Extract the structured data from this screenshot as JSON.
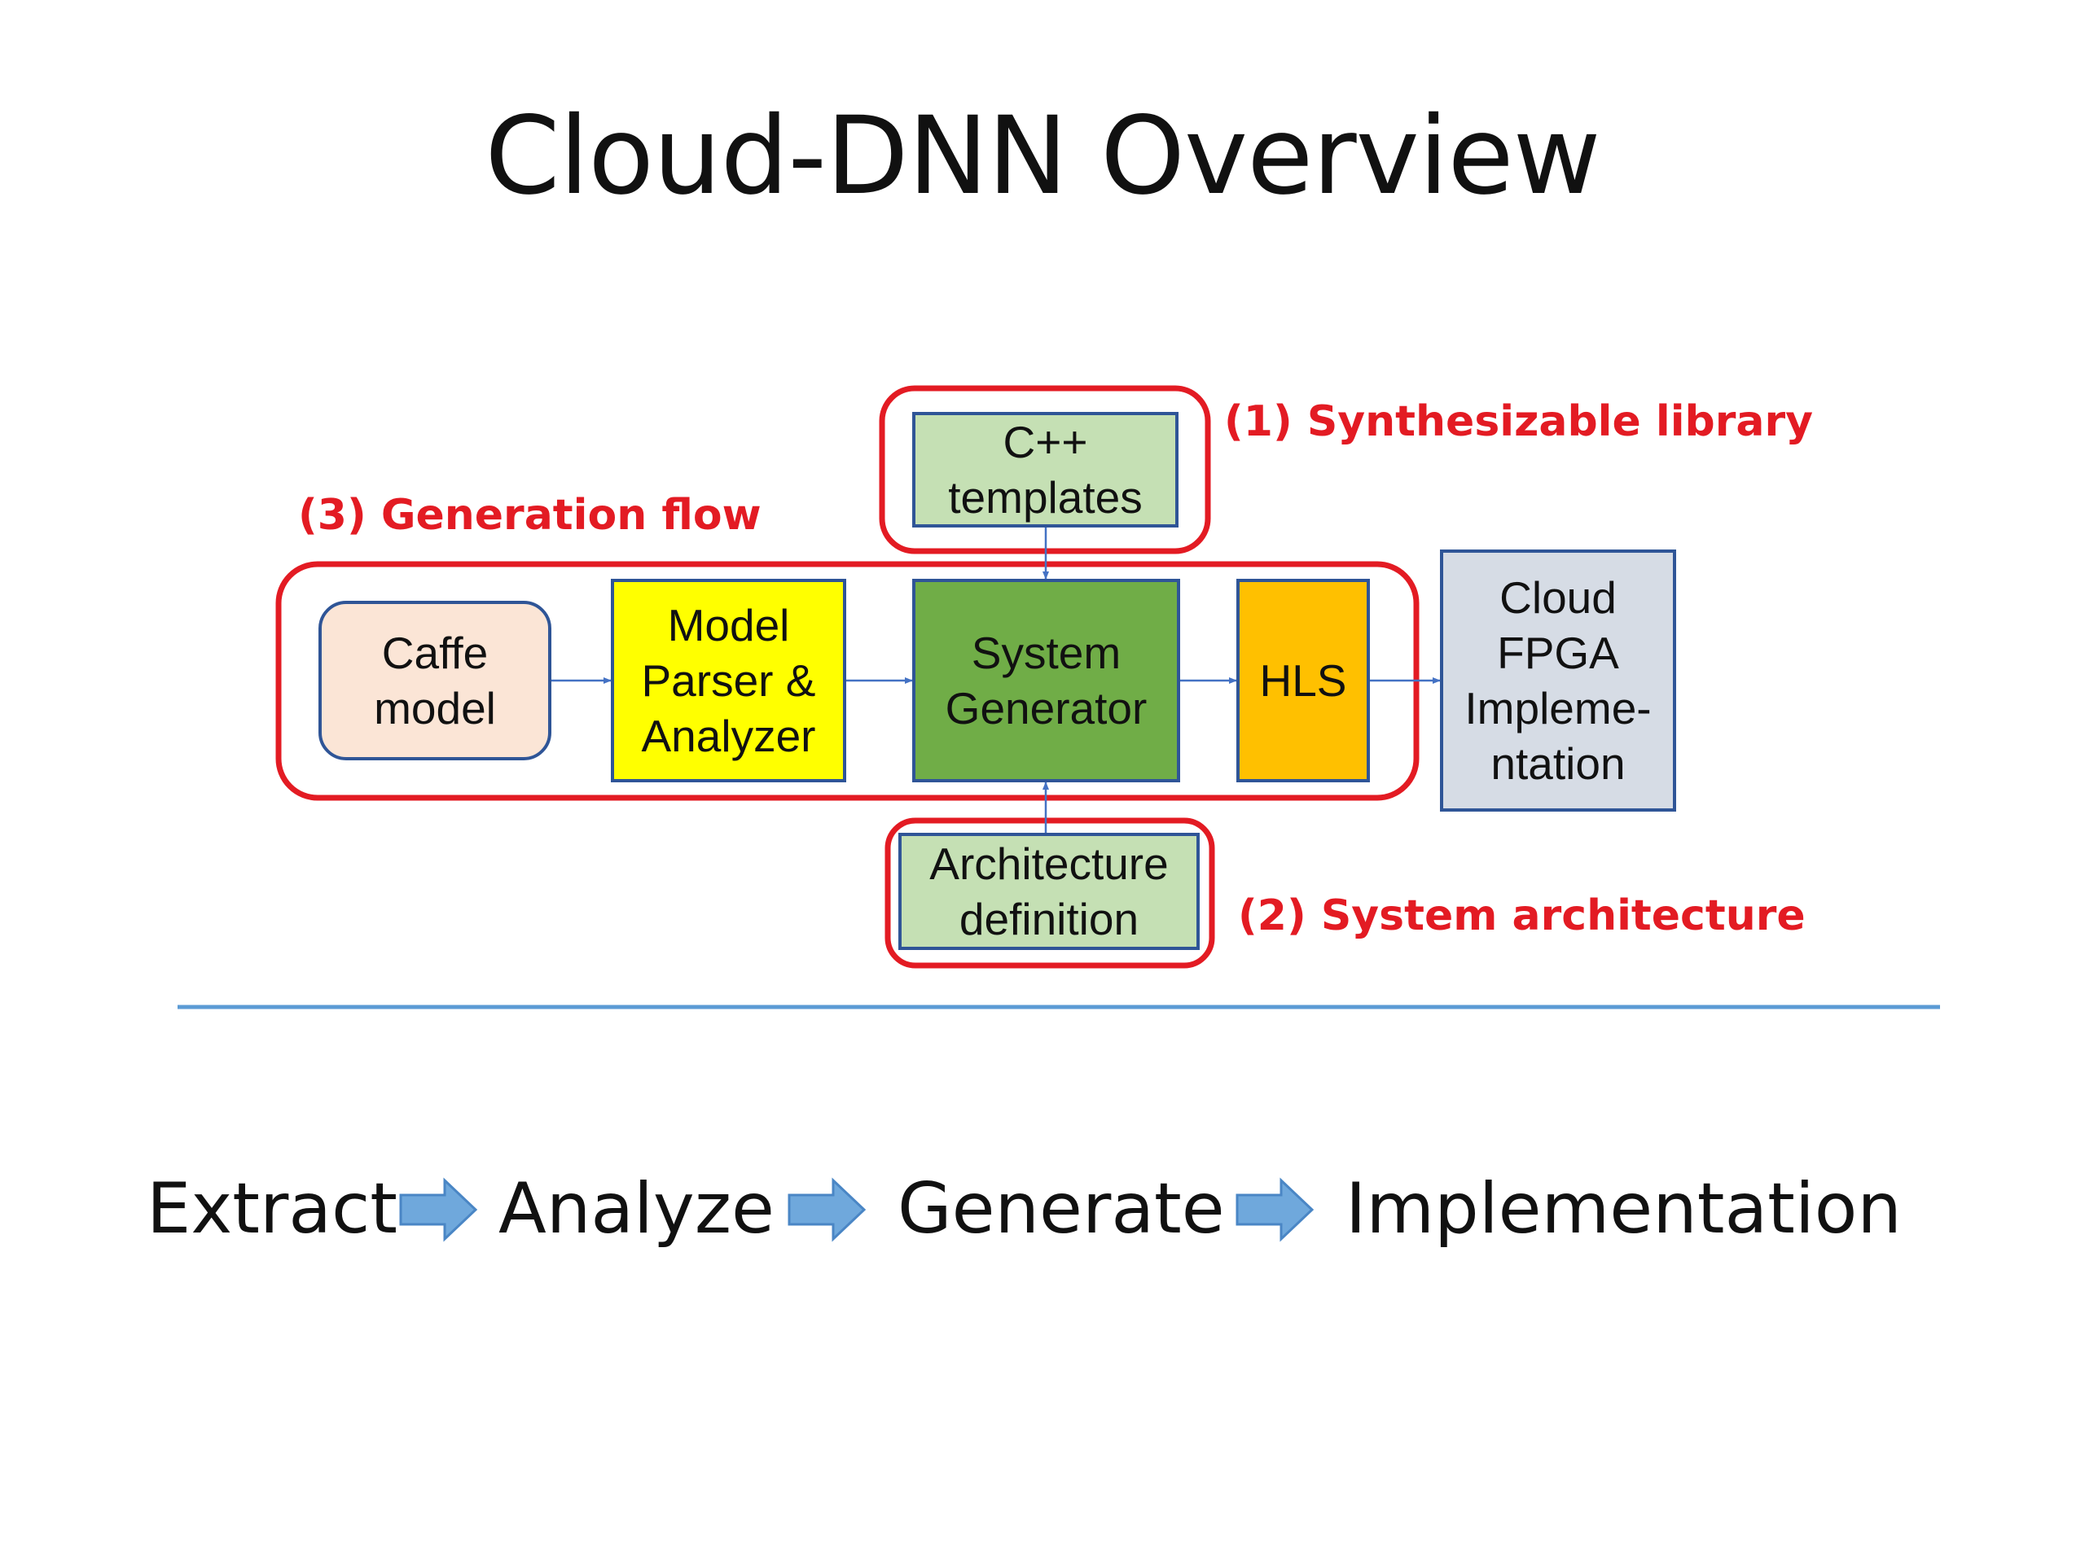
{
  "slide": {
    "title": "Cloud-DNN Overview"
  },
  "diagram": {
    "nodes": {
      "caffe_model": "Caffe\nmodel",
      "model_parser": "Model\nParser &\nAnalyzer",
      "system_generator": "System\nGenerator",
      "hls": "HLS",
      "cloud_fpga": "Cloud\nFPGA\nImpleme-\nntation",
      "cpp_templates": "C++\ntemplates",
      "architecture_definition": "Architecture\ndefinition"
    },
    "callouts": {
      "synthesizable_library": "(1) Synthesizable library",
      "system_architecture": "(2) System architecture",
      "generation_flow": "(3) Generation flow"
    },
    "colors": {
      "callout_red": "#e31b23",
      "caffe_fill": "#fbe5d6",
      "parser_fill": "#ffff00",
      "generator_fill": "#70ad47",
      "hls_fill": "#ffc000",
      "fpga_fill": "#d6dce5",
      "library_fill": "#c5e0b4",
      "node_border": "#2f5597",
      "divider": "#5b9bd5"
    }
  },
  "flow": {
    "steps": [
      "Extract",
      "Analyze",
      "Generate",
      "Implementation"
    ]
  }
}
